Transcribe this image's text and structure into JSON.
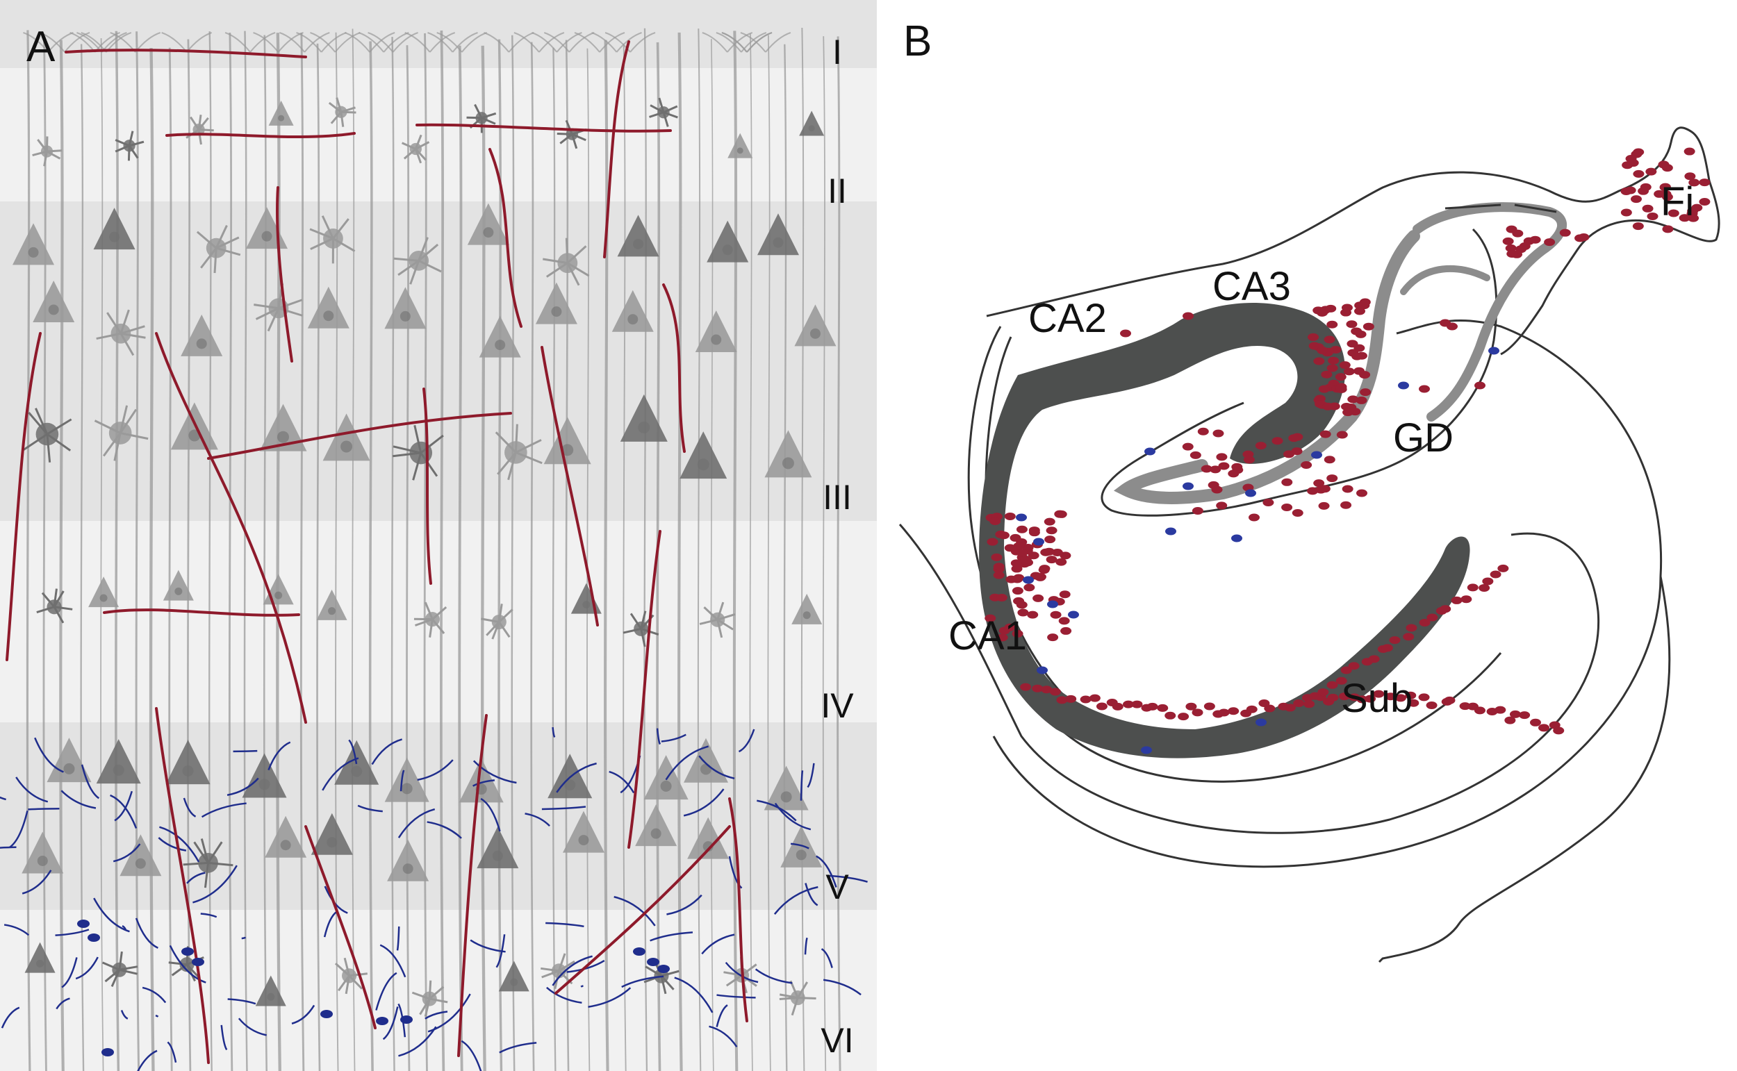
{
  "panels": {
    "a": {
      "letter": "A",
      "layers": [
        {
          "label": "I"
        },
        {
          "label": "II"
        },
        {
          "label": "III"
        },
        {
          "label": "IV"
        },
        {
          "label": "V"
        },
        {
          "label": "VI"
        }
      ]
    },
    "b": {
      "letter": "B",
      "regions": {
        "ca1": "CA1",
        "ca2": "CA2",
        "ca3": "CA3",
        "gd": "GD",
        "sub": "Sub",
        "fi": "Fi"
      }
    }
  },
  "colors": {
    "band_light": "#f1f1f1",
    "band_dark": "#e3e3e3",
    "neuron": "#9a9a9a",
    "neuron_dark": "#6f6f6f",
    "red_vessel": "#8e1a2b",
    "blue_fiber": "#1f2d8c",
    "red_dot": "#9a1f33",
    "blue_dot": "#2b3aa0",
    "cell_band": "#4d4f4e",
    "dentate": "#8c8c8c",
    "outline": "#333333"
  }
}
